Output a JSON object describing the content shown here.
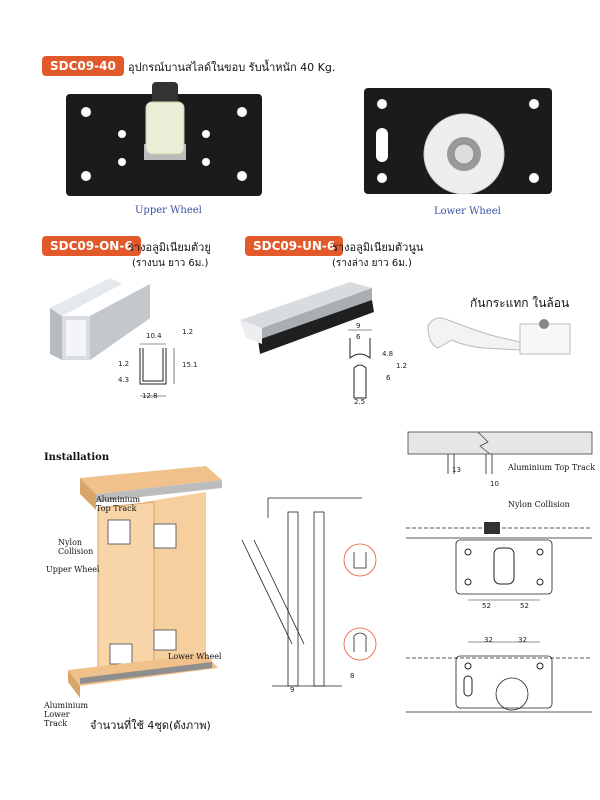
{
  "product": {
    "code": "SDC09-40",
    "title": "อุปกรณ์บานสไลด์ในขอบ รับน้ำหนัก 40 Kg.",
    "upper_wheel_caption": "Upper Wheel",
    "lower_wheel_caption": "Lower Wheel"
  },
  "track_on": {
    "code": "SDC09-ON-6",
    "name": "รางอลูมิเนียมตัวยู",
    "note": "(รางบน ยาว 6ม.)",
    "dims": {
      "d1": "10.4",
      "d2": "1.2",
      "d3": "1.2",
      "d4": "15.1",
      "d5": "4.3",
      "d6": "12.8"
    }
  },
  "track_un": {
    "code": "SDC09-UN-6",
    "name": "รางอลูมิเนียมตัวนูน",
    "note": "(รางล่าง ยาว 6ม.)",
    "dims": {
      "d1": "9",
      "d2": "6",
      "d3": "4.8",
      "d4": "1.2",
      "d5": "6",
      "d6": "2.5"
    }
  },
  "stopper": {
    "label": "กันกระแทก ในล้อน"
  },
  "installation": {
    "heading": "Installation",
    "labels": {
      "aluminium_top_track": "Aluminium Top Track",
      "nylon_collision": "Nylon Collision",
      "upper_wheel": "Upper Wheel",
      "lower_wheel": "Lower Wheel",
      "aluminium_lower_track": "Aluminium Lower Track"
    },
    "usage_note": "จำนวนที่ใช้ 4ชุด(ดังภาพ)",
    "section_labels": {
      "aluminium_top_track": "Aluminium Top Track",
      "dim_13": "13",
      "dim_10": "10",
      "nylon_collision": "Nylon Collision",
      "dim_52a": "52",
      "dim_52b": "52",
      "dim_32a": "32",
      "dim_32b": "32",
      "dim_9": "9",
      "dim_8": "8"
    }
  },
  "colors": {
    "badge": "#e25a2b",
    "caption": "#3a4fa3",
    "plate": "#1b1b1b",
    "wood": "#f2c38d"
  }
}
